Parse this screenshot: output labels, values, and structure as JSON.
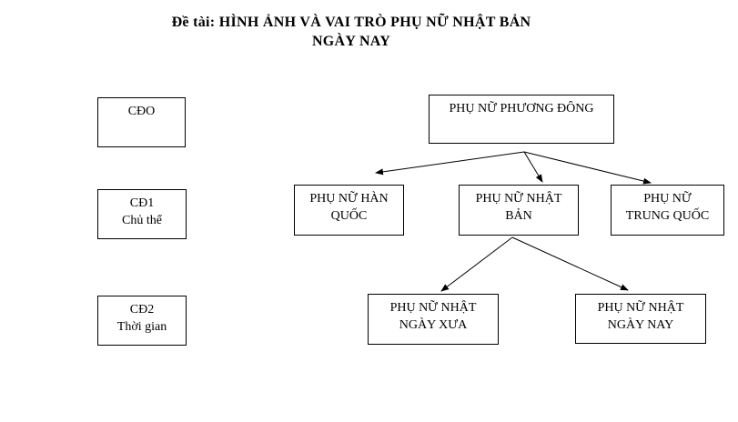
{
  "title": {
    "line1": "Đề tài: HÌNH ẢNH VÀ VAI TRÒ PHỤ NỮ NHẬT BẢN",
    "line2": "NGÀY NAY"
  },
  "left_column": {
    "cdo": {
      "line1": "CĐO"
    },
    "cd1": {
      "line1": "CĐ1",
      "line2": "Chủ thể"
    },
    "cd2": {
      "line1": "CĐ2",
      "line2": "Thời gian"
    }
  },
  "tree": {
    "root": {
      "line1": "PHỤ NỮ PHƯƠNG ĐÔNG"
    },
    "han_quoc": {
      "line1": "PHỤ NỮ HÀN",
      "line2": "QUỐC"
    },
    "nhat_ban": {
      "line1": "PHỤ NỮ NHẬT",
      "line2": "BẢN"
    },
    "trung_quoc": {
      "line1": "PHỤ NỮ",
      "line2": "TRUNG QUỐC"
    },
    "nhat_xua": {
      "line1": "PHỤ NỮ NHẬT",
      "line2": "NGÀY XƯA"
    },
    "nhat_nay": {
      "line1": "PHỤ NỮ NHẬT",
      "line2": "NGÀY NAY"
    }
  },
  "colors": {
    "background": "#ffffff",
    "text": "#000000",
    "box_border": "#000000",
    "arrow": "#000000"
  }
}
